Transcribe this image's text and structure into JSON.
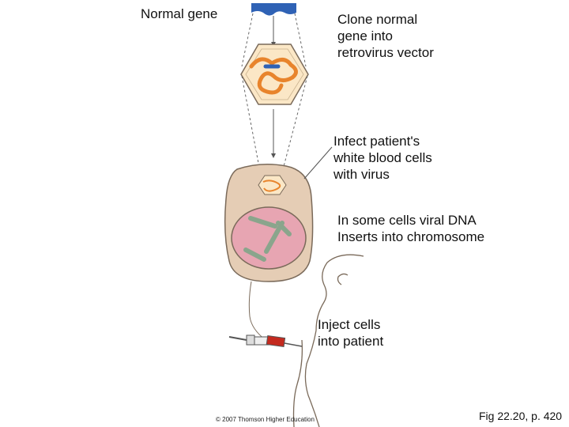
{
  "labels": {
    "normal_gene": "Normal gene",
    "clone": "Clone normal\ngene into\nretrovirus vector",
    "infect": "Infect patient's\nwhite blood cells\nwith virus",
    "insert": "In some cells viral DNA\nInserts into chromosome",
    "inject": "Inject cells\ninto patient"
  },
  "footer": {
    "copyright": "© 2007 Thomson Higher Education",
    "figure_ref": "Fig 22.20, p. 420"
  },
  "colors": {
    "gene_blue": "#2f62b5",
    "virus_capsid": "#fbe7c6",
    "viral_rna": "#e8842c",
    "cell_cytoplasm": "#e5cdb5",
    "nucleus": "#e7a5b2",
    "chromosome": "#8aa58c",
    "syringe_fluid": "#c42a1f",
    "outline": "#7a6a5a"
  }
}
